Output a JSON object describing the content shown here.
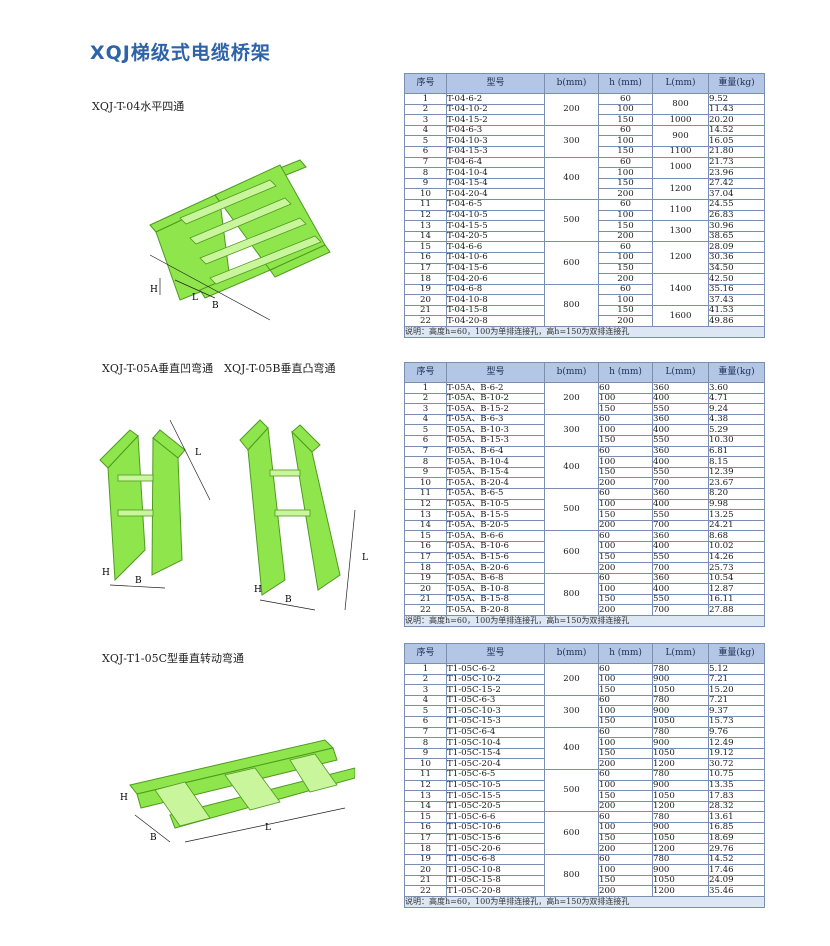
{
  "title": "XQJ梯级式电缆桥架",
  "labels": {
    "t04": "XQJ-T-04水平四通",
    "t05": "XQJ-T-05A垂直凹弯通　XQJ-T-05B垂直凸弯通",
    "t105": "XQJ-T1-05C型垂直转动弯通"
  },
  "headers": [
    "序号",
    "型号",
    "b(mm)",
    "h (mm)",
    "L(mm)",
    "重量(kg)"
  ],
  "dims": {
    "H": "H",
    "B": "B",
    "L": "L"
  },
  "note": "说明：高度h=60，100为单排连接孔，高h=150为双排连接孔",
  "colors": {
    "accent": "#2e63a8",
    "header_bg": "#b4c6e6",
    "tray_green": "#8ee64c"
  },
  "table1": {
    "rows": [
      [
        "1",
        "T-04-6-2",
        "60",
        "9.52"
      ],
      [
        "2",
        "T-04-10-2",
        "100",
        "11.43"
      ],
      [
        "3",
        "T-04-15-2",
        "150",
        "20.20"
      ],
      [
        "4",
        "T-04-6-3",
        "60",
        "14.52"
      ],
      [
        "5",
        "T-04-10-3",
        "100",
        "16.05"
      ],
      [
        "6",
        "T-04-15-3",
        "150",
        "21.80"
      ],
      [
        "7",
        "T-04-6-4",
        "60",
        "21.73"
      ],
      [
        "8",
        "T-04-10-4",
        "100",
        "23.96"
      ],
      [
        "9",
        "T-04-15-4",
        "150",
        "27.42"
      ],
      [
        "10",
        "T-04-20-4",
        "200",
        "37.04"
      ],
      [
        "11",
        "T-04-6-5",
        "60",
        "24.55"
      ],
      [
        "12",
        "T-04-10-5",
        "100",
        "26.83"
      ],
      [
        "13",
        "T-04-15-5",
        "150",
        "30.96"
      ],
      [
        "14",
        "T-04-20-5",
        "200",
        "38.65"
      ],
      [
        "15",
        "T-04-6-6",
        "60",
        "28.09"
      ],
      [
        "16",
        "T-04-10-6",
        "100",
        "30.36"
      ],
      [
        "17",
        "T-04-15-6",
        "150",
        "34.50"
      ],
      [
        "18",
        "T-04-20-6",
        "200",
        "42.50"
      ],
      [
        "19",
        "T-04-6-8",
        "60",
        "35.16"
      ],
      [
        "20",
        "T-04-10-8",
        "100",
        "37.43"
      ],
      [
        "21",
        "T-04-15-8",
        "150",
        "41.53"
      ],
      [
        "22",
        "T-04-20-8",
        "200",
        "49.86"
      ]
    ],
    "b": [
      "200",
      "300",
      "400",
      "500",
      "600",
      "800"
    ],
    "L": [
      "800",
      "1000",
      "900",
      "1100",
      "1000",
      "1200",
      "1100",
      "1300",
      "1200",
      "1400",
      "1600"
    ]
  },
  "table2": {
    "rows": [
      [
        "1",
        "T-05A、B-6-2",
        "60",
        "360",
        "3.60"
      ],
      [
        "2",
        "T-05A、B-10-2",
        "100",
        "400",
        "4.71"
      ],
      [
        "3",
        "T-05A、B-15-2",
        "150",
        "550",
        "9.24"
      ],
      [
        "4",
        "T-05A、B-6-3",
        "60",
        "360",
        "4.38"
      ],
      [
        "5",
        "T-05A、B-10-3",
        "100",
        "400",
        "5.29"
      ],
      [
        "6",
        "T-05A、B-15-3",
        "150",
        "550",
        "10.30"
      ],
      [
        "7",
        "T-05A、B-6-4",
        "60",
        "360",
        "6.81"
      ],
      [
        "8",
        "T-05A、B-10-4",
        "100",
        "400",
        "8.15"
      ],
      [
        "9",
        "T-05A、B-15-4",
        "150",
        "550",
        "12.39"
      ],
      [
        "10",
        "T-05A、B-20-4",
        "200",
        "700",
        "23.67"
      ],
      [
        "11",
        "T-05A、B-6-5",
        "60",
        "360",
        "8.20"
      ],
      [
        "12",
        "T-05A、B-10-5",
        "100",
        "400",
        "9.98"
      ],
      [
        "13",
        "T-05A、B-15-5",
        "150",
        "550",
        "13.25"
      ],
      [
        "14",
        "T-05A、B-20-5",
        "200",
        "700",
        "24.21"
      ],
      [
        "15",
        "T-05A、B-6-6",
        "60",
        "360",
        "8.68"
      ],
      [
        "16",
        "T-05A、B-10-6",
        "100",
        "400",
        "10.02"
      ],
      [
        "17",
        "T-05A、B-15-6",
        "150",
        "550",
        "14.26"
      ],
      [
        "18",
        "T-05A、B-20-6",
        "200",
        "700",
        "25.73"
      ],
      [
        "19",
        "T-05A、B-6-8",
        "60",
        "360",
        "10.54"
      ],
      [
        "20",
        "T-05A、B-10-8",
        "100",
        "400",
        "12.87"
      ],
      [
        "21",
        "T-05A、B-15-8",
        "150",
        "550",
        "16.11"
      ],
      [
        "22",
        "T-05A、B-20-8",
        "200",
        "700",
        "27.88"
      ]
    ],
    "b": [
      "200",
      "300",
      "400",
      "500",
      "600",
      "800"
    ]
  },
  "table3": {
    "rows": [
      [
        "1",
        "T1-05C-6-2",
        "60",
        "780",
        "5.12"
      ],
      [
        "2",
        "T1-05C-10-2",
        "100",
        "900",
        "7.21"
      ],
      [
        "3",
        "T1-05C-15-2",
        "150",
        "1050",
        "15.20"
      ],
      [
        "4",
        "T1-05C-6-3",
        "60",
        "780",
        "7.21"
      ],
      [
        "5",
        "T1-05C-10-3",
        "100",
        "900",
        "9.37"
      ],
      [
        "6",
        "T1-05C-15-3",
        "150",
        "1050",
        "15.73"
      ],
      [
        "7",
        "T1-05C-6-4",
        "60",
        "780",
        "9.76"
      ],
      [
        "8",
        "T1-05C-10-4",
        "100",
        "900",
        "12.49"
      ],
      [
        "9",
        "T1-05C-15-4",
        "150",
        "1050",
        "19.12"
      ],
      [
        "10",
        "T1-05C-20-4",
        "200",
        "1200",
        "30.72"
      ],
      [
        "11",
        "T1-05C-6-5",
        "60",
        "780",
        "10.75"
      ],
      [
        "12",
        "T1-05C-10-5",
        "100",
        "900",
        "13.35"
      ],
      [
        "13",
        "T1-05C-15-5",
        "150",
        "1050",
        "17.83"
      ],
      [
        "14",
        "T1-05C-20-5",
        "200",
        "1200",
        "28.32"
      ],
      [
        "15",
        "T1-05C-6-6",
        "60",
        "780",
        "13.61"
      ],
      [
        "16",
        "T1-05C-10-6",
        "100",
        "900",
        "16.85"
      ],
      [
        "17",
        "T1-05C-15-6",
        "150",
        "1050",
        "18.69"
      ],
      [
        "18",
        "T1-05C-20-6",
        "200",
        "1200",
        "29.76"
      ],
      [
        "19",
        "T1-05C-6-8",
        "60",
        "780",
        "14.52"
      ],
      [
        "20",
        "T1-05C-10-8",
        "100",
        "900",
        "17.46"
      ],
      [
        "21",
        "T1-05C-15-8",
        "150",
        "1050",
        "24.09"
      ],
      [
        "22",
        "T1-05C-20-8",
        "200",
        "1200",
        "35.46"
      ]
    ],
    "b": [
      "200",
      "300",
      "400",
      "500",
      "600",
      "800"
    ]
  }
}
